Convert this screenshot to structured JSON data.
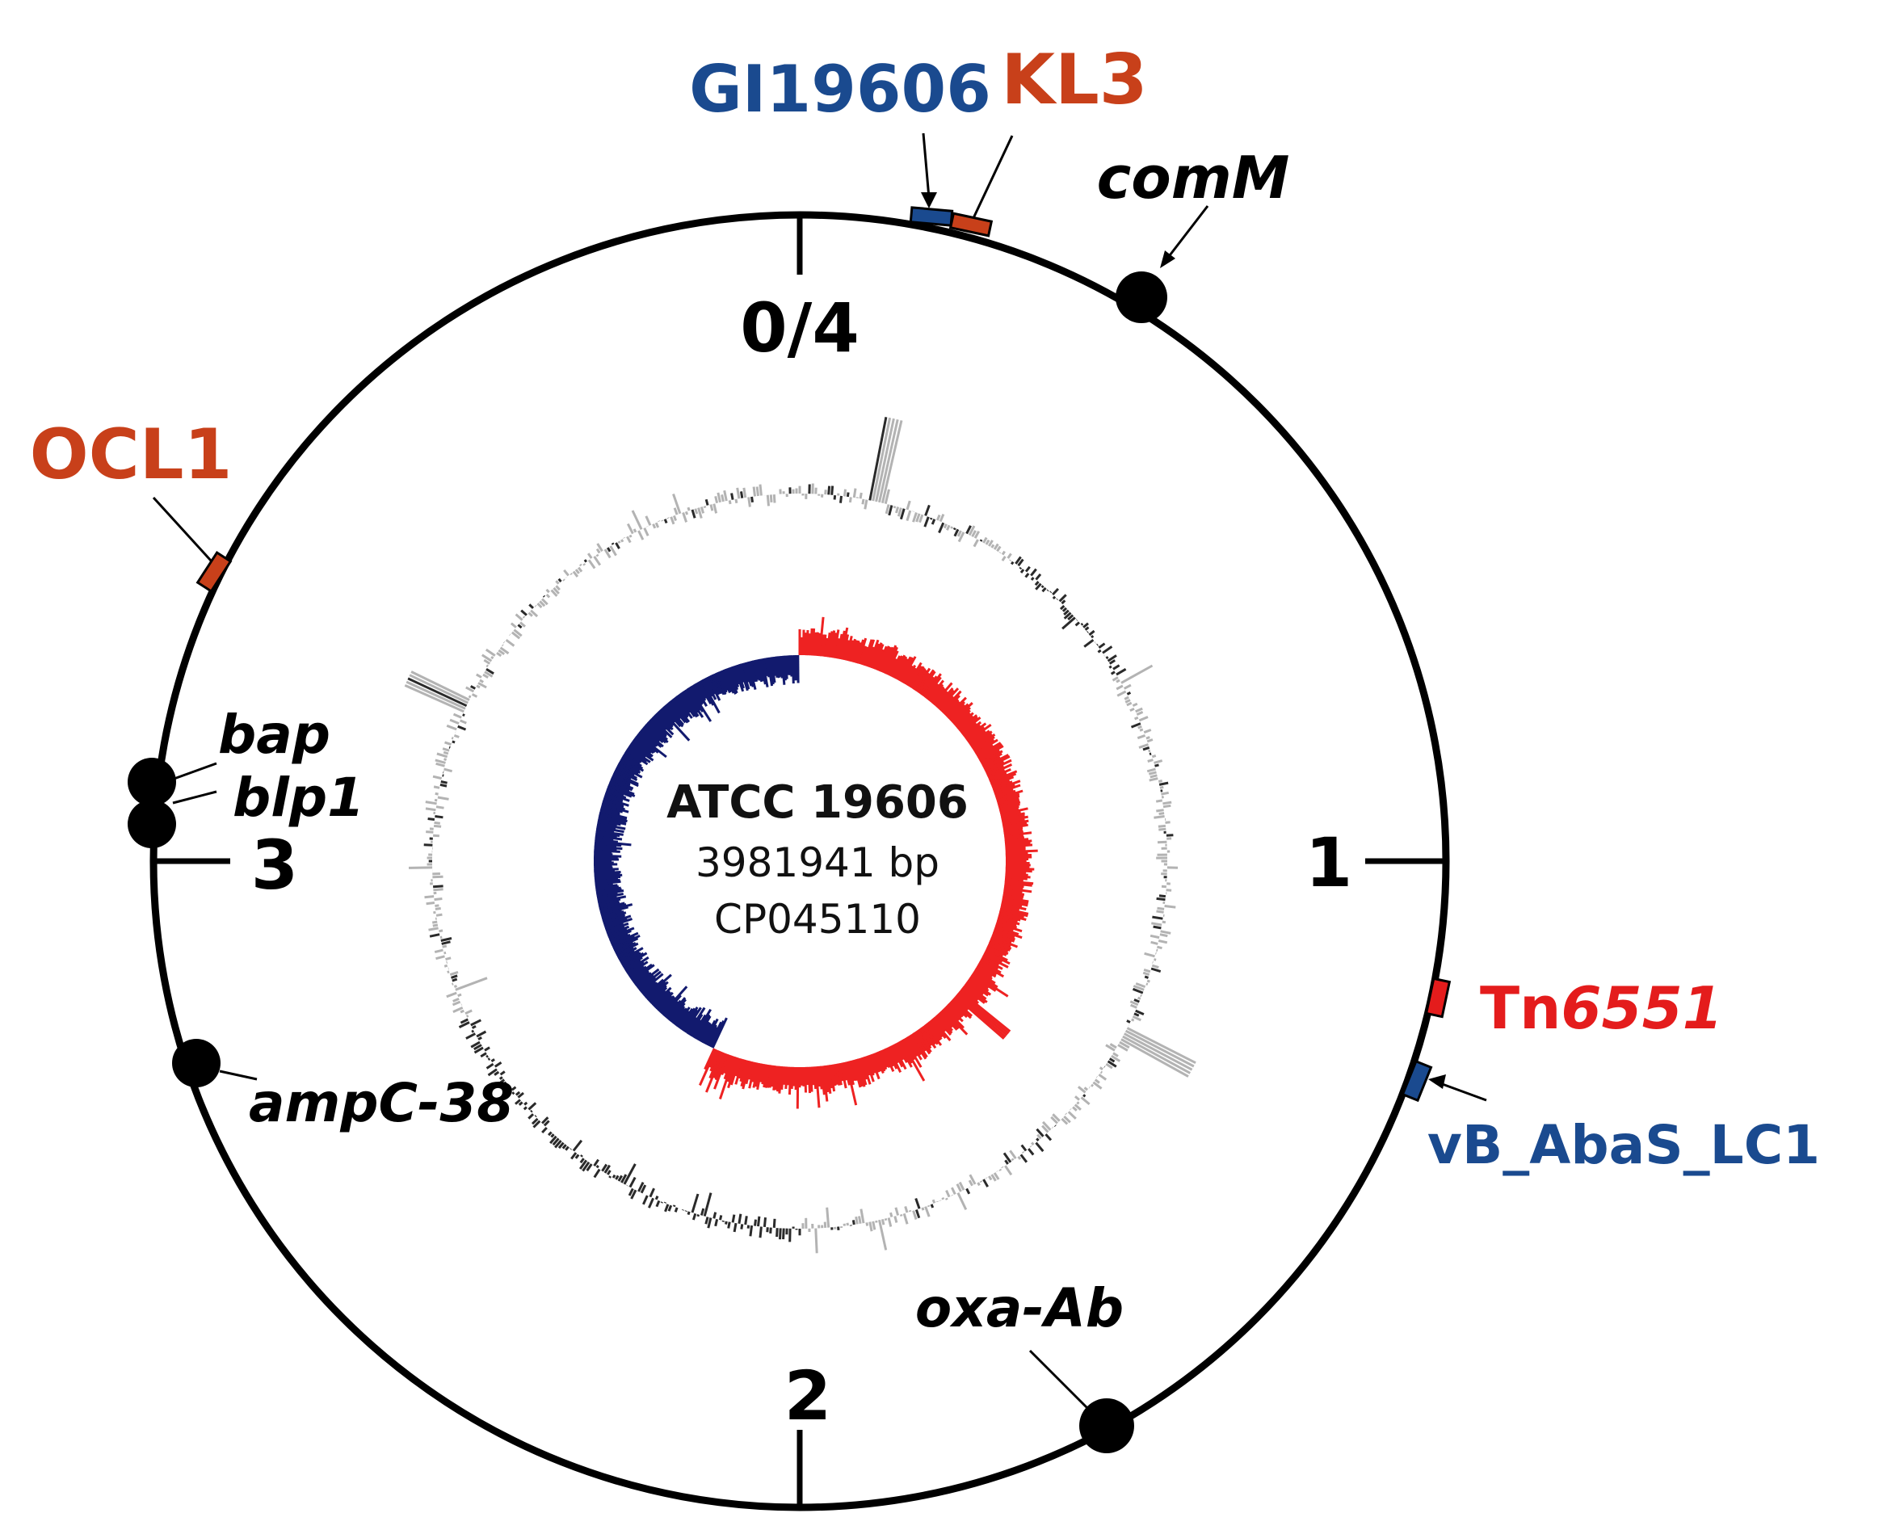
{
  "genome": {
    "name": "ATCC 19606",
    "size": "3981941 bp",
    "accession": "CP045110"
  },
  "scale_labels": {
    "top": "0/4",
    "right": "1",
    "bottom": "2",
    "left": "3"
  },
  "features": {
    "gi": {
      "label": "GI19606",
      "color": "#1a4a8f"
    },
    "kl3": {
      "label": "KL3",
      "color": "#c8401a"
    },
    "comm": {
      "label": "comM"
    },
    "ocl1": {
      "label": "OCL1",
      "color": "#c8401a"
    },
    "bap": {
      "label": "bap"
    },
    "blp1": {
      "label": "blp1"
    },
    "ampc": {
      "label": "ampC-38"
    },
    "oxa": {
      "label": "oxa-Ab"
    },
    "tn": {
      "label_prefix": "Tn",
      "label_suffix": "6551",
      "color": "#e41c1c"
    },
    "phage": {
      "label": "vB_AbaS_LC1",
      "color": "#1a4a8f"
    }
  },
  "colors": {
    "gc_skew_positive": "#ee2222",
    "gc_skew_negative": "#121a6e",
    "gc_content_light": "#b3b3b3",
    "gc_content_dark": "#2a2a2a"
  }
}
